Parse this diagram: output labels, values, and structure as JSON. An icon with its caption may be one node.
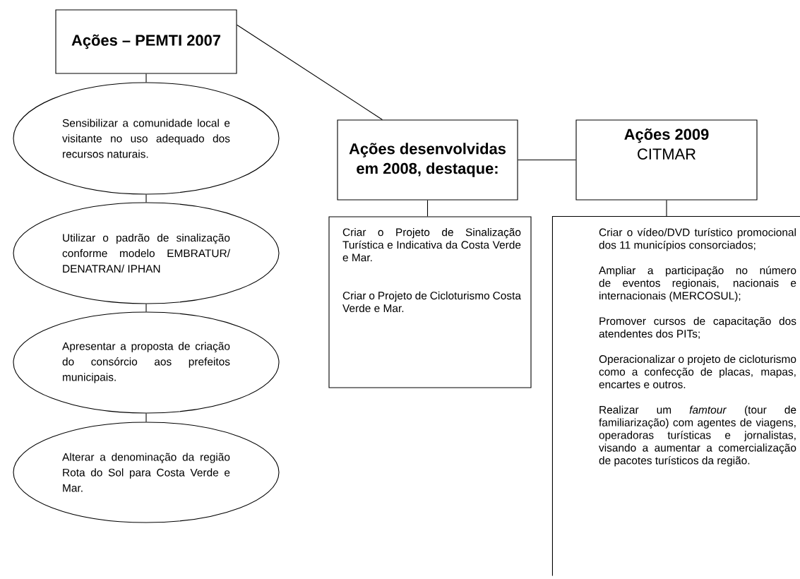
{
  "diagram": {
    "nodes": [
      {
        "text": [
          "Ações – PEMTI 2007"
        ]
      },
      {
        "text": [
          "Sensibilizar a comunidade local e visitante no uso adequado dos recursos naturais."
        ]
      },
      {
        "text": [
          "Utilizar o padrão de sinalização conforme modelo EMBRATUR/ DENATRAN/ IPHAN"
        ]
      },
      {
        "text": [
          "Apresentar a proposta de criação do consórcio aos prefeitos municipais."
        ]
      },
      {
        "text": [
          "Alterar a denominação da região Rota do Sol para Costa Verde e Mar."
        ]
      },
      {
        "text": [
          "Ações desenvolvidas em 2008, destaque:"
        ]
      },
      {
        "text": [
          "Ações 2009",
          "CITMAR"
        ]
      },
      {
        "text": [
          "Criar o Projeto de Sinalização Turística e Indicativa da Costa Verde e Mar.",
          "Criar o Projeto de Cicloturismo Costa Verde e Mar."
        ]
      },
      {
        "text": [
          "Criar o vídeo/DVD turístico promocional dos 11 municípios consorciados;",
          "Ampliar a participação no número de eventos regionais, nacionais e internacionais (MERCOSUL);",
          "Promover cursos de capacitação dos atendentes dos PITs;",
          "Operacionalizar o projeto de cicloturismo como a confecção de placas, mapas, encartes e outros.",
          "Realizar um *famtour* (tour de familiarização) com agentes de viagens, operadoras turísticas e jornalistas, visando a aumentar a comercialização de pacotes turísticos da região."
        ]
      }
    ],
    "edges": [
      {
        "from": 0,
        "to": 1,
        "arrow": "none"
      },
      {
        "from": 1,
        "to": 2,
        "arrow": "none"
      },
      {
        "from": 2,
        "to": 3,
        "arrow": "none"
      },
      {
        "from": 3,
        "to": 4,
        "arrow": "none"
      },
      {
        "from": 0,
        "to": 5,
        "arrow": "none"
      },
      {
        "from": 5,
        "to": 6,
        "arrow": "none"
      },
      {
        "from": 5,
        "to": 7,
        "arrow": "none"
      },
      {
        "from": 6,
        "to": 8,
        "arrow": "none"
      }
    ]
  }
}
